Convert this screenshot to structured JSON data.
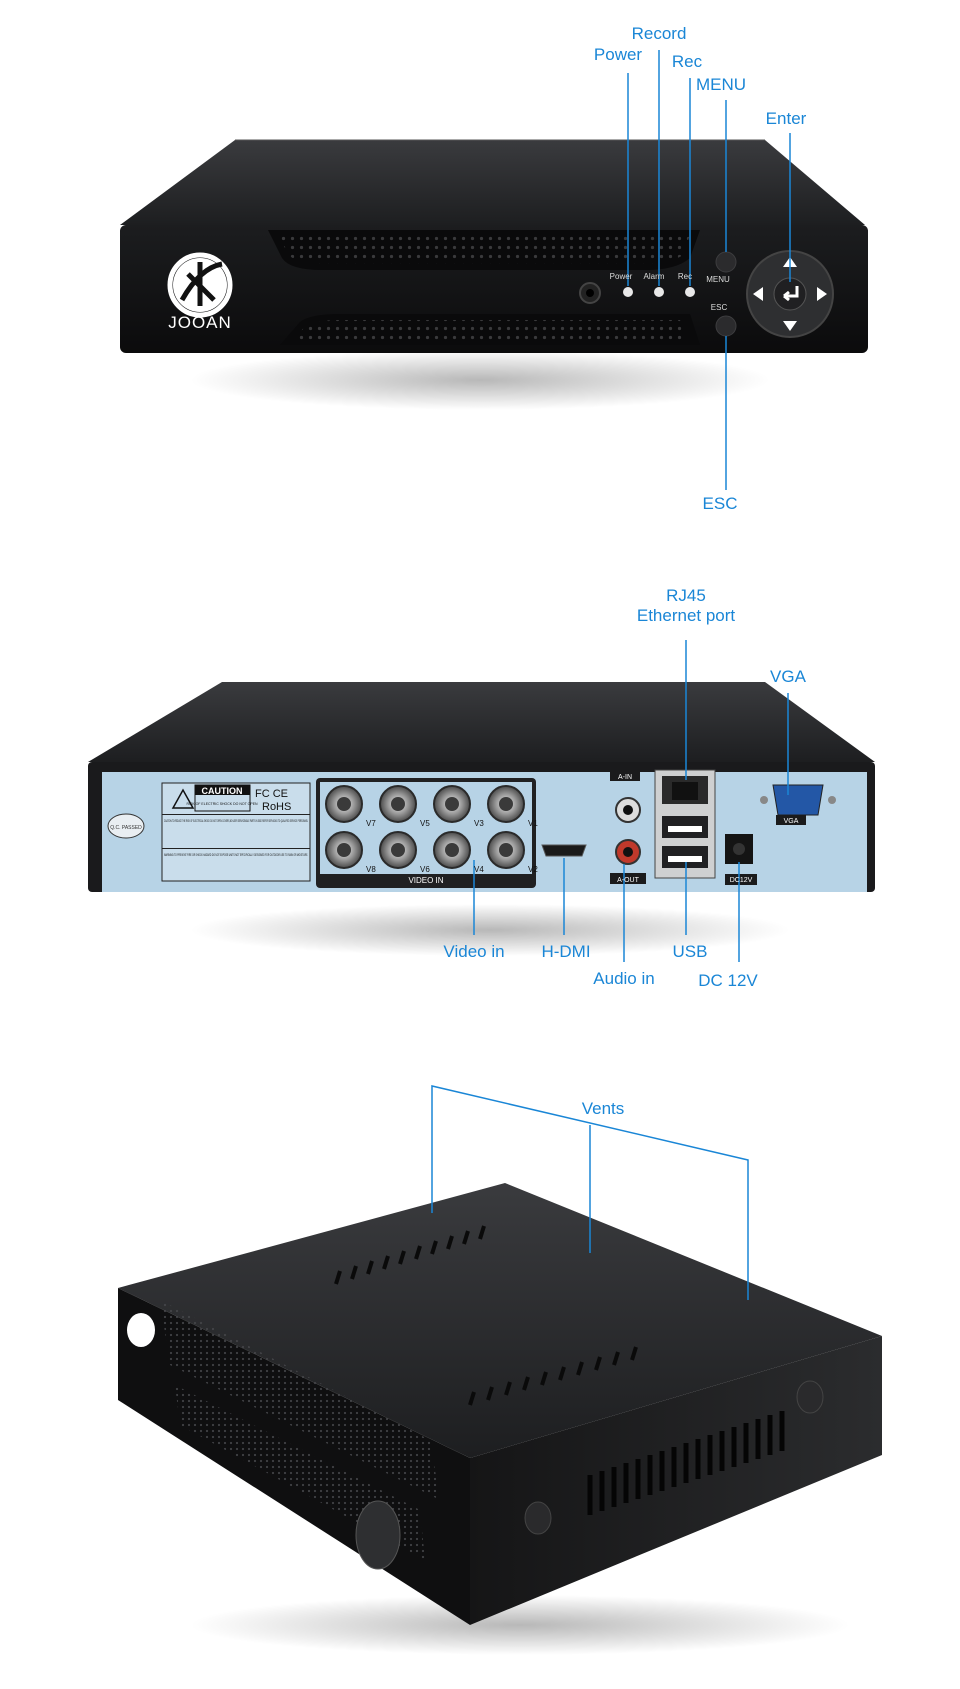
{
  "brand": {
    "name": "JOOAN"
  },
  "front_panel": {
    "callouts": {
      "record": "Record",
      "power": "Power",
      "rec": "Rec",
      "menu": "MENU",
      "enter": "Enter",
      "esc": "ESC"
    },
    "device_labels": {
      "power": "Power",
      "alarm": "Alarm",
      "rec": "Rec",
      "menu": "MENU",
      "esc": "ESC"
    }
  },
  "rear_panel": {
    "callouts": {
      "rj45_line1": "RJ45",
      "rj45_line2": "Ethernet port",
      "vga": "VGA",
      "video_in": "Video in",
      "hdmi": "H-DMI",
      "usb": "USB",
      "audio_in": "Audio in",
      "dc12v": "DC 12V"
    },
    "device_labels": {
      "caution": "CAUTION",
      "caution_small": "RISK OF ELECTRIC SHOCK DO NOT OPEN",
      "rohs": "RoHS",
      "fc_ce": "FC CE",
      "qc": "Q.C. PASSED",
      "warning_text_1": "CAUTION:TO REDUCE THE RISK OF ELECTRICAL SHOCK DO NOT OPEN COVERS,NO USER SERVICEABLE PARTS IN SIDE.REFER SERVICING TO QUALIFIED SERVICE PERSONNEL",
      "warning_text_2": "WARNING:TO PREVENT FIRE OR SHOCK HAZARD DO NOT EXPOSE UNITS NOT SPECIFICALLY DESIGNED FOR OUTDOOR USE TO RAIN OR MOISTURE.",
      "video_in": "VIDEO IN",
      "channels_top": [
        "V7",
        "V5",
        "V3",
        "V1"
      ],
      "channels_bottom": [
        "V8",
        "V6",
        "V4",
        "V2"
      ],
      "a_in": "A-IN",
      "a_out": "A-OUT",
      "vga": "VGA",
      "dc12v": "DC12V"
    }
  },
  "top_view": {
    "callouts": {
      "vents": "Vents"
    }
  },
  "colors": {
    "callout": "#1a86d6",
    "body": "#1c1c1e",
    "rear_panel": "#b7d3e6"
  }
}
